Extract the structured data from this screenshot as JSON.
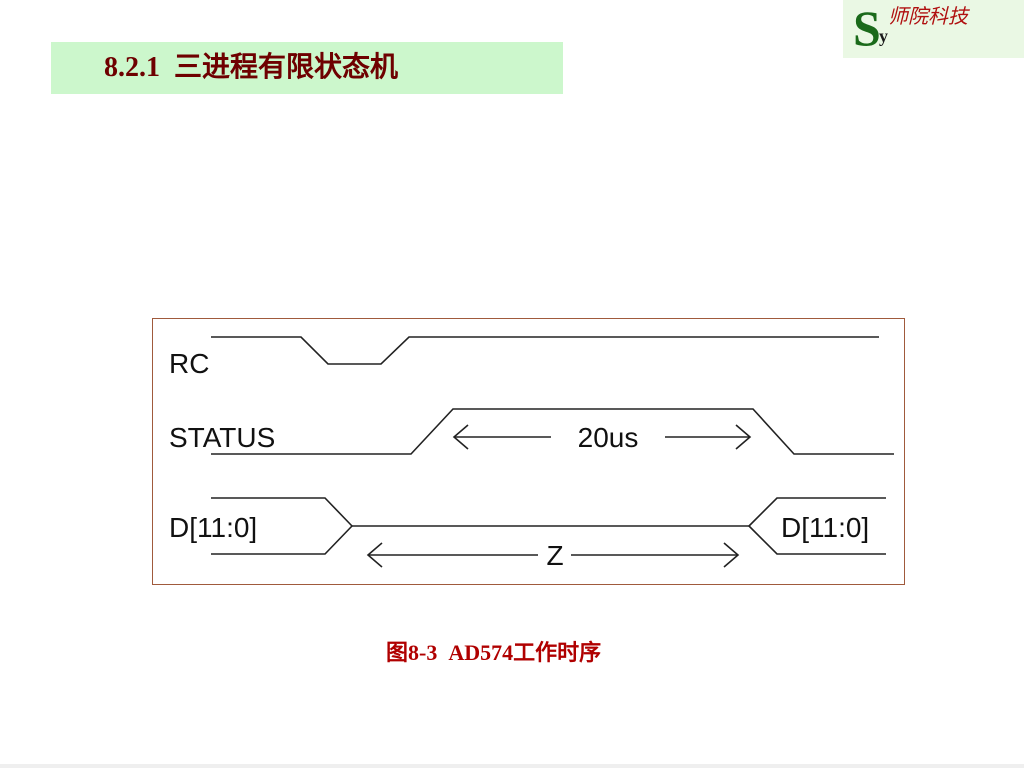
{
  "logo": {
    "letter_main": "S",
    "letter_sub": "y",
    "text": "师院科技"
  },
  "slide": {
    "title": "8.2.1  三进程有限状态机"
  },
  "diagram": {
    "signals": {
      "rc": "RC",
      "status": "STATUS",
      "data_left": "D[11:0]",
      "data_right": "D[11:0]"
    },
    "durations": {
      "status_pulse": "20us",
      "data_hiz": "Z"
    }
  },
  "caption": "图8-3  AD574工作时序",
  "colors": {
    "title_bar_bg": "#ccf7cc",
    "title_text": "#6e0000",
    "caption_text": "#b00000",
    "logo_green": "#1a6a1a",
    "logo_red": "#b01010",
    "frame_border": "#a05a3c"
  }
}
